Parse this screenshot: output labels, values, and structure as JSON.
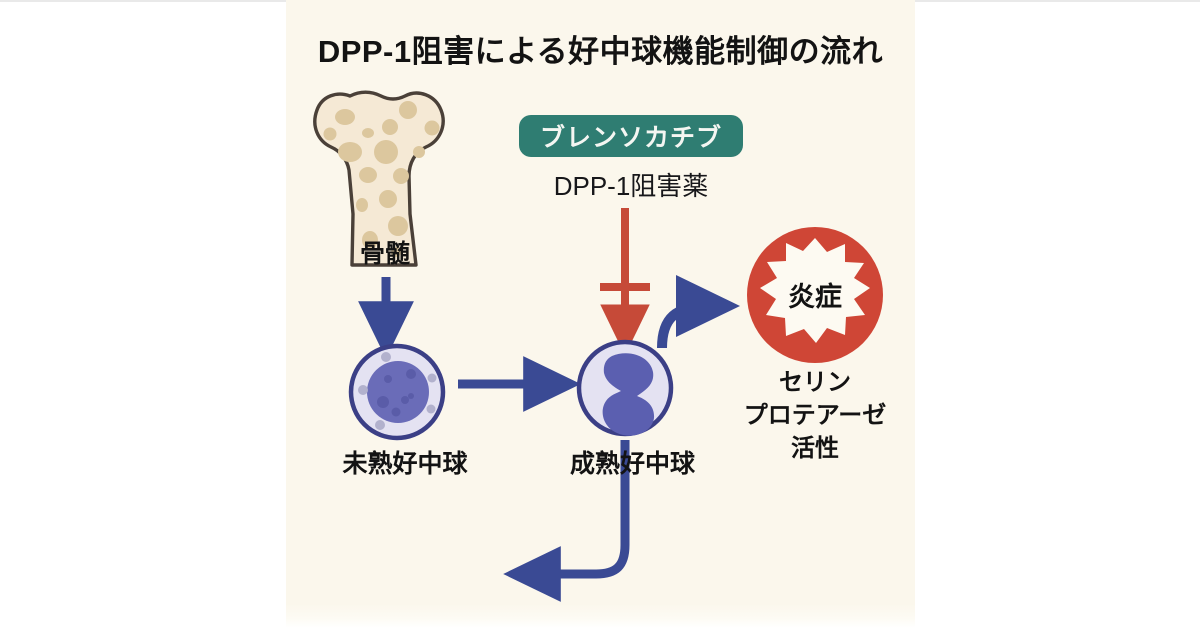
{
  "figure": {
    "title": "DPP-1阻害による好中球機能制御の流れ",
    "background_color": "#fbf7ec",
    "page_color": "#ffffff"
  },
  "drug": {
    "name": "ブレンソカチブ",
    "subtitle": "DPP-1阻害薬",
    "pill_color": "#2f7d72",
    "pill_text_color": "#f4f6f2"
  },
  "nodes": {
    "bone_marrow": {
      "label": "骨髄",
      "fill": "#f2e5cd",
      "spot_color": "#dbc69c",
      "outline": "#4a4038"
    },
    "immature_neutrophil": {
      "label": "未熟好中球",
      "cytoplasm": "#e4e2f2",
      "membrane": "#3b3f86",
      "nucleus": "#6a6cb8",
      "granule": "#b4b3ce"
    },
    "mature_neutrophil": {
      "label": "成熟好中球",
      "cytoplasm": "#e4e2f2",
      "membrane": "#3b3f86",
      "nucleus": "#5b5fb0"
    },
    "inflammation": {
      "label": "炎症",
      "circle_color": "#cf4636",
      "burst_color": "#fdfaf2",
      "text_color": "#121212"
    },
    "serine_protease": {
      "lines": [
        "セリン",
        "プロテアーゼ",
        "活性"
      ]
    }
  },
  "arrows": {
    "marrow_to_immature": {
      "name": "骨髄から未熟好中球へ",
      "color": "#3a4a94",
      "style": "straight-down"
    },
    "immature_to_mature": {
      "name": "未熟好中球から成熟好中球へ",
      "color": "#3a4a94",
      "style": "straight-right"
    },
    "drug_inhibition": {
      "name": "DPP-1阻害（抑制）",
      "color": "#c64a38",
      "style": "blocked-down-arrow"
    },
    "mature_to_inflammation": {
      "name": "成熟好中球から炎症へ",
      "color": "#3a4a94",
      "style": "curved-up-right"
    },
    "mature_recirculation": {
      "name": "成熟好中球からの循環",
      "color": "#3a4a94",
      "style": "curved-down-left"
    }
  }
}
